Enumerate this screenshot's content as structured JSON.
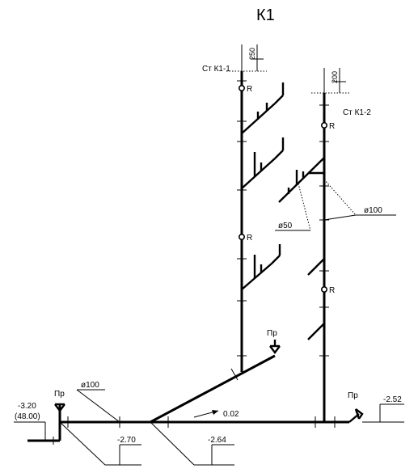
{
  "title": "К1",
  "risers": {
    "r1": {
      "label": "Ст К1-1",
      "dim": "250",
      "revision_mark": "R"
    },
    "r2": {
      "label": "Ст К1-2",
      "dim": "200",
      "revision_mark": "R"
    }
  },
  "diameters": {
    "d100_right": "ø100",
    "d50": "ø50",
    "d100_outlet": "ø100"
  },
  "slope": "0.02",
  "cleanout": "Пр",
  "levels": {
    "left_outlet": "-3.20",
    "left_outlet_abs": "(48.00)",
    "mid_left": "-2.70",
    "mid": "-2.64",
    "right": "-2.52"
  }
}
